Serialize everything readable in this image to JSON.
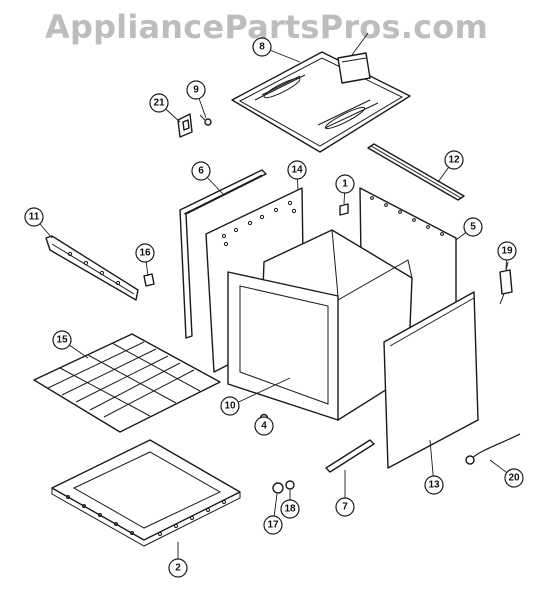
{
  "watermark": "AppliancePartsPros.com",
  "callouts": [
    "8",
    "9",
    "21",
    "6",
    "14",
    "1",
    "12",
    "11",
    "16",
    "5",
    "19",
    "15",
    "10",
    "13",
    "4",
    "20",
    "7",
    "17",
    "18",
    "2"
  ],
  "colors": {
    "line": "#1a1a1a",
    "watermark": "#bdbdbd",
    "background": "#ffffff"
  }
}
